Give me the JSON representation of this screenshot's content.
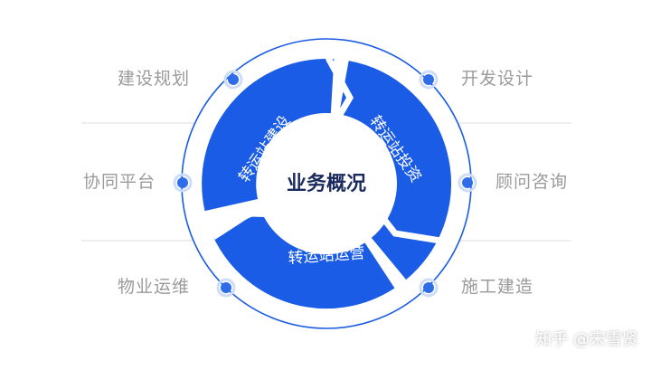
{
  "center_title": "业务概况",
  "segments": [
    {
      "label": "转运站建设"
    },
    {
      "label": "转运站投资"
    },
    {
      "label": "转运站运营"
    }
  ],
  "left_items": [
    "建设规划",
    "协同平台",
    "物业运维"
  ],
  "right_items": [
    "开发设计",
    "顾问咨询",
    "施工建造"
  ],
  "watermark": "知乎 @宋雪贤",
  "colors": {
    "ring_blue": "#1a5ce6",
    "dot_blue": "#2f6de8",
    "label_gray": "#9a9a9a",
    "outer_circle": "#1a5ce6",
    "divider": "#dcdcdc"
  }
}
